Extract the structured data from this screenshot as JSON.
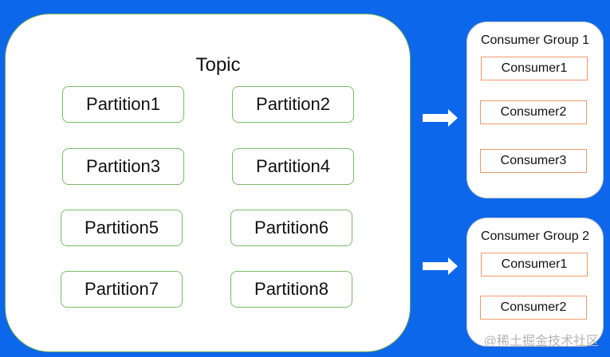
{
  "topic": {
    "title": "Topic",
    "partitions": [
      "Partition1",
      "Partition2",
      "Partition3",
      "Partition4",
      "Partition5",
      "Partition6",
      "Partition7",
      "Partition8"
    ]
  },
  "groups": [
    {
      "title": "Consumer Group 1",
      "consumers": [
        "Consumer1",
        "Consumer2",
        "Consumer3"
      ]
    },
    {
      "title": "Consumer Group 2",
      "consumers": [
        "Consumer1",
        "Consumer2"
      ]
    }
  ],
  "watermark": "@稀土掘金技术社区",
  "colors": {
    "background": "#0d67ea",
    "partition_border": "#7bbb6b",
    "consumer_border": "#ef9a6b",
    "arrow": "#ffffff"
  }
}
